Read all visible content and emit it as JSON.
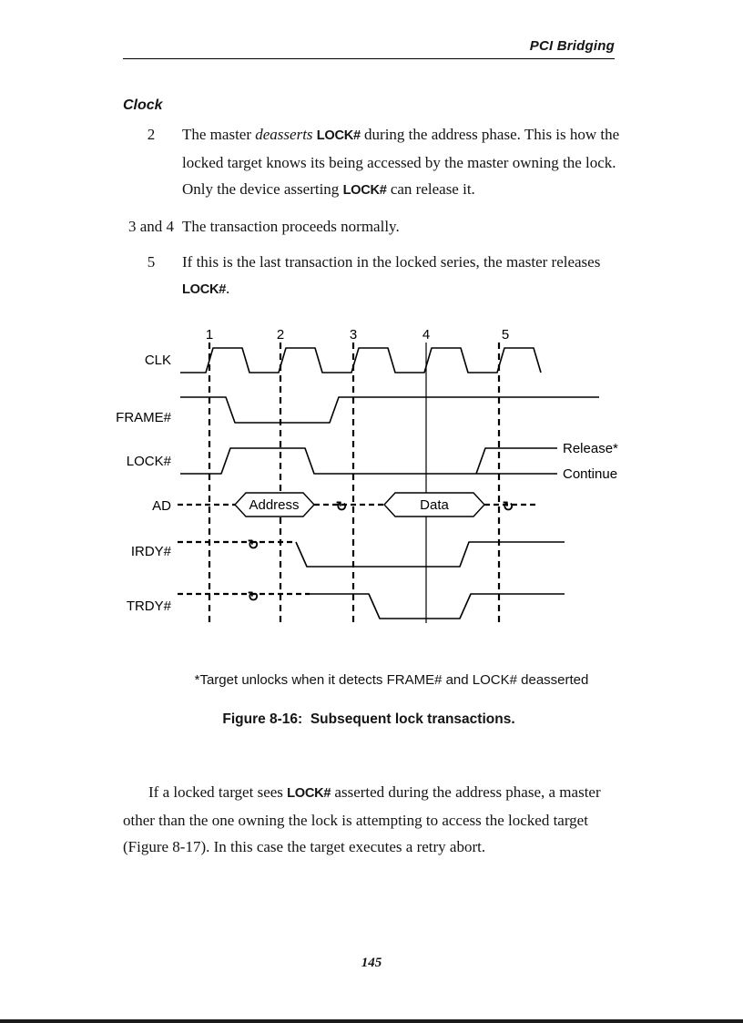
{
  "colors": {
    "background": "#ffffff",
    "ink": "#000000"
  },
  "header": {
    "title": "PCI Bridging"
  },
  "clock_section": {
    "heading": "Clock",
    "items": [
      {
        "num": "2",
        "segments": [
          {
            "text": "The master "
          },
          {
            "text": "deasserts",
            "style": "italic"
          },
          {
            "text": " "
          },
          {
            "text": "LOCK#",
            "style": "signal"
          },
          {
            "text": " during the address phase. This is how the locked target knows its being accessed by the master owning the lock. Only the device asserting "
          },
          {
            "text": "LOCK#",
            "style": "signal"
          },
          {
            "text": " can release it."
          }
        ]
      },
      {
        "num": "3 and 4",
        "segments": [
          {
            "text": "The transaction proceeds normally."
          }
        ]
      },
      {
        "num": "5",
        "segments": [
          {
            "text": "If this is the last transaction in the locked series, the master releases "
          },
          {
            "text": "LOCK#",
            "style": "signal"
          },
          {
            "text": "."
          }
        ]
      }
    ]
  },
  "diagram": {
    "clock_numbers": [
      "1",
      "2",
      "3",
      "4",
      "5"
    ],
    "signals": [
      "CLK",
      "FRAME#",
      "LOCK#",
      "AD",
      "IRDY#",
      "TRDY#"
    ],
    "release_label": "Release*",
    "continue_label": "Continue",
    "address_bubble_label": "Address",
    "data_bubble_label": "Data",
    "turnaround_symbol": "↻"
  },
  "figure": {
    "footnote": "*Target unlocks when it detects FRAME# and LOCK# deasserted",
    "caption": "Figure 8-16:  Subsequent lock transactions."
  },
  "closing_paragraph": {
    "segments": [
      {
        "text": "If a locked target sees "
      },
      {
        "text": "LOCK#",
        "style": "signal"
      },
      {
        "text": " asserted during the address phase, a master other than the one owning the lock is attempting to access the locked target (Figure 8-17). In this case the target executes a retry abort."
      }
    ]
  },
  "page_number": "145"
}
